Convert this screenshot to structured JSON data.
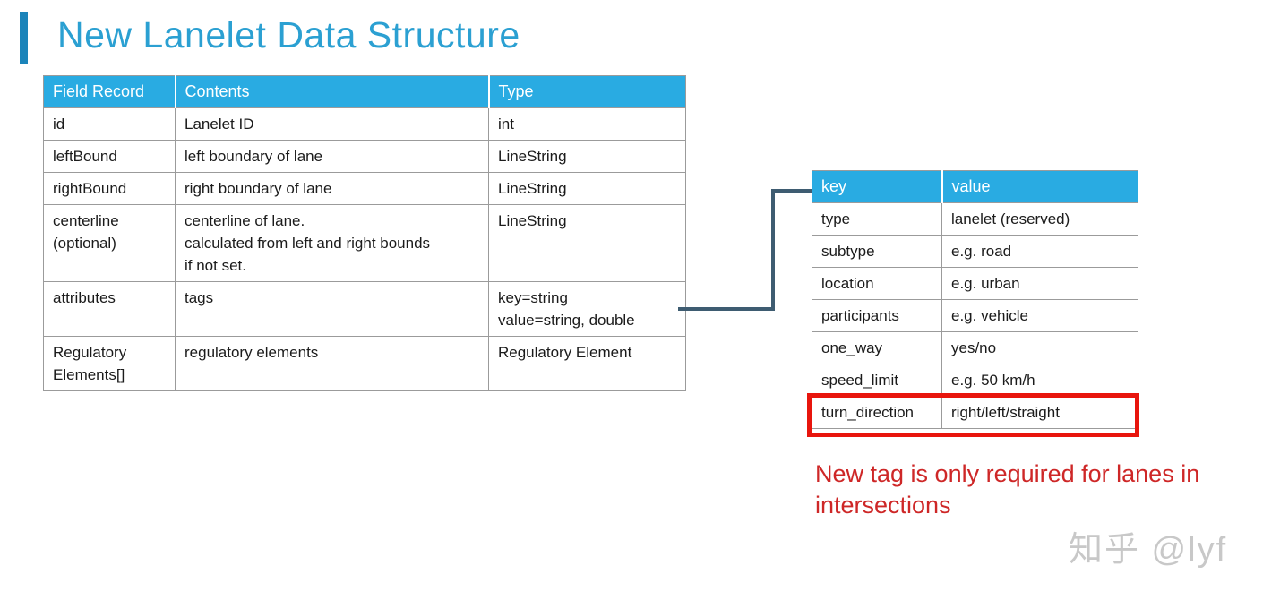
{
  "title": "New Lanelet Data Structure",
  "colors": {
    "title_blue": "#2ba0d2",
    "accent_bar": "#1b84ba",
    "header_blue": "#29abe2",
    "border_gray": "#9b9b9b",
    "text_dark": "#1b1b1b",
    "connector": "#3e5c71",
    "highlight_red": "#e8150d",
    "note_red": "#ce2727",
    "watermark_gray": "#c8c8c8"
  },
  "left_table": {
    "headers": [
      "Field Record",
      "Contents",
      "Type"
    ],
    "rows": [
      [
        "id",
        "Lanelet ID",
        "int"
      ],
      [
        "leftBound",
        "left boundary of lane",
        "LineString"
      ],
      [
        "rightBound",
        "right boundary of lane",
        "LineString"
      ],
      [
        "centerline\n(optional)",
        "centerline of lane.\ncalculated from left and right bounds\nif not set.",
        "LineString"
      ],
      [
        "attributes",
        "tags",
        "key=string\nvalue=string, double"
      ],
      [
        "Regulatory\nElements[]",
        "regulatory elements",
        "Regulatory Element"
      ]
    ]
  },
  "right_table": {
    "headers": [
      "key",
      "value"
    ],
    "rows": [
      [
        "type",
        "lanelet (reserved)"
      ],
      [
        "subtype",
        "e.g. road"
      ],
      [
        "location",
        "e.g. urban"
      ],
      [
        "participants",
        "e.g. vehicle"
      ],
      [
        "one_way",
        "yes/no"
      ],
      [
        "speed_limit",
        "e.g. 50 km/h"
      ],
      [
        "turn_direction",
        "right/left/straight"
      ]
    ],
    "highlighted_row": "turn_direction"
  },
  "note": "New tag is only required for lanes in\nintersections",
  "watermark": "知乎 @lyf"
}
